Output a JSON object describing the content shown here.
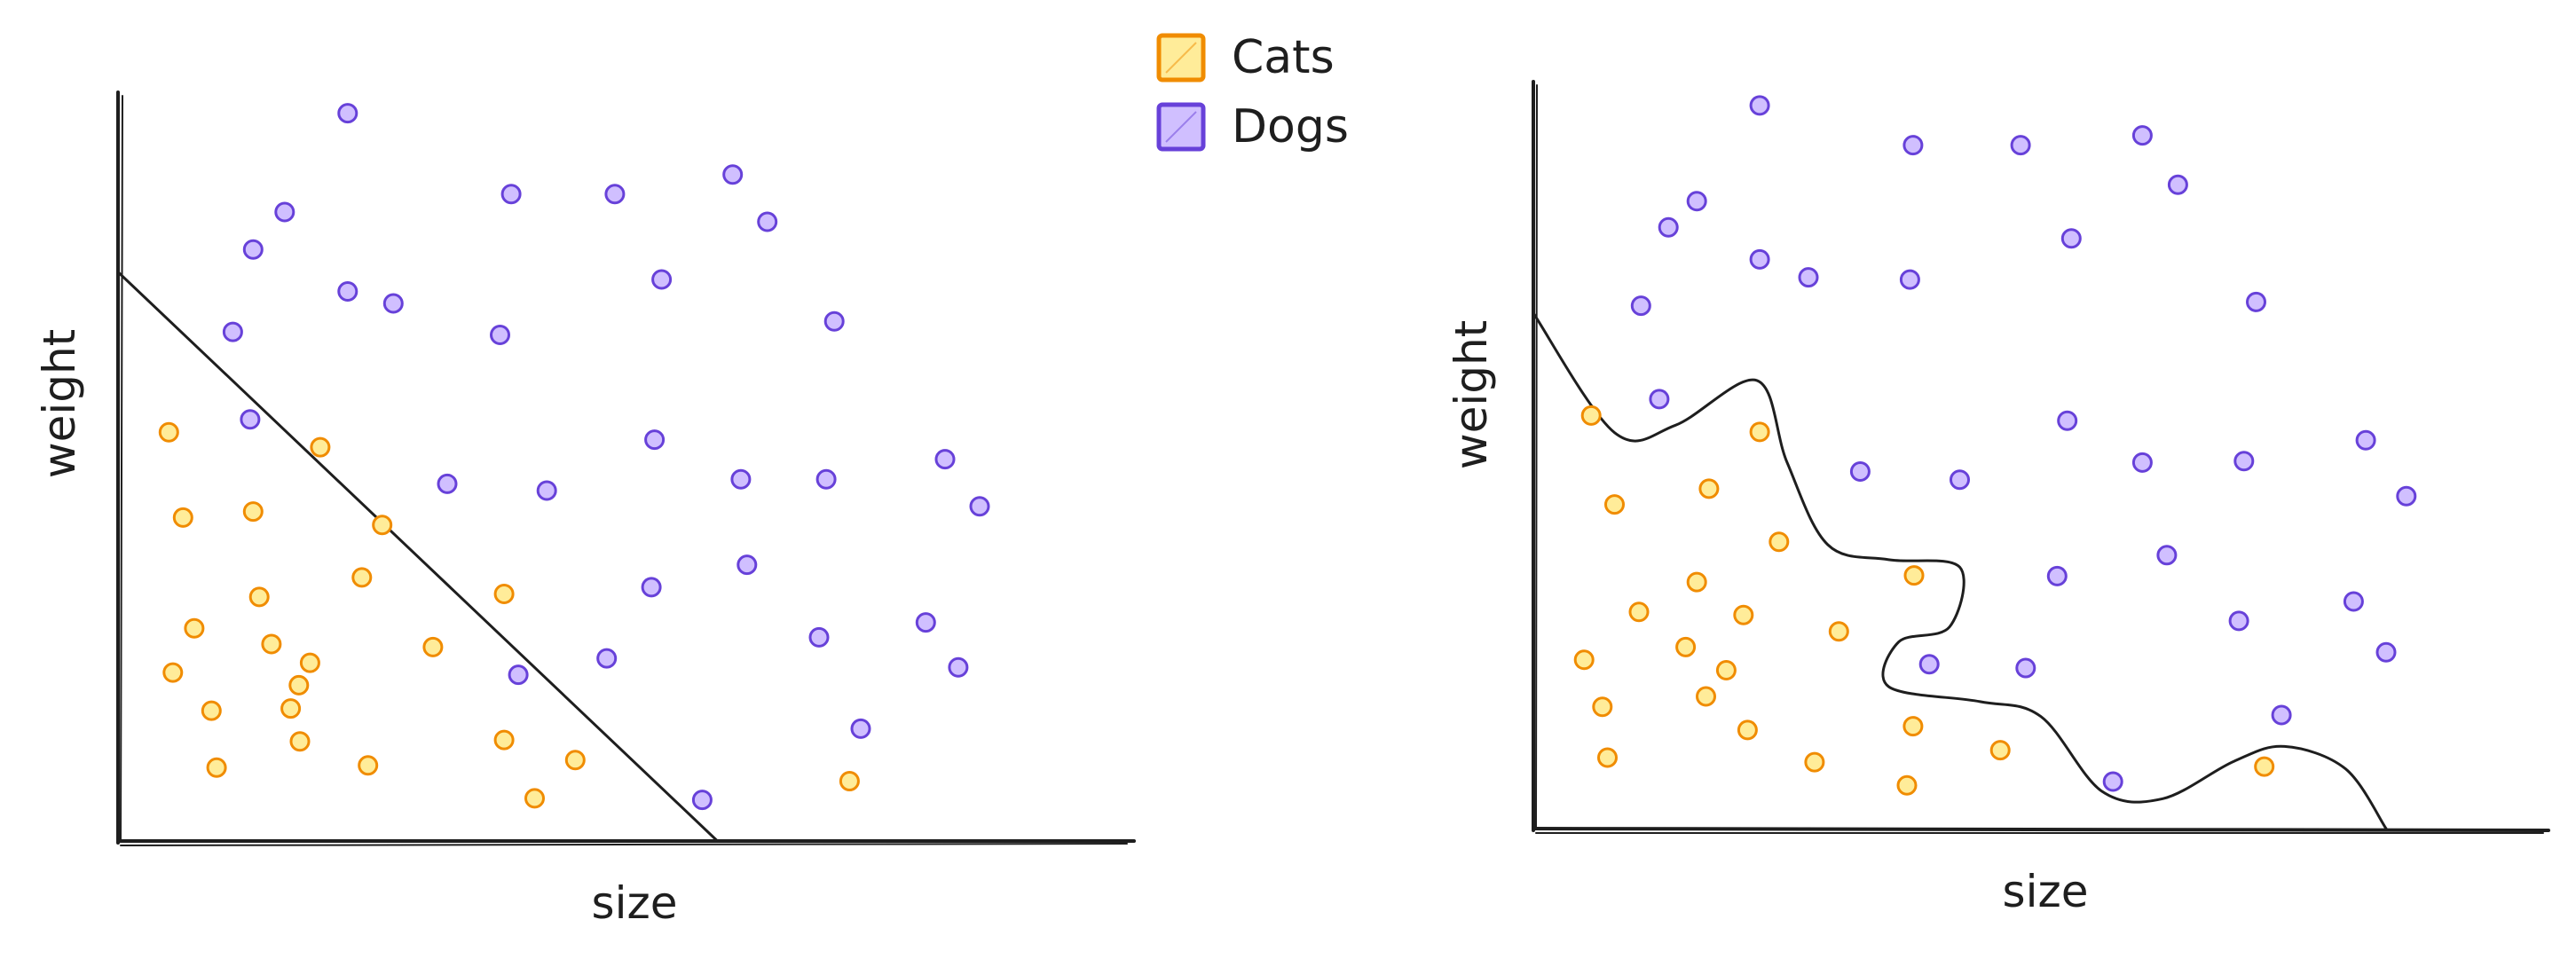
{
  "chart_data": [
    {
      "type": "scatter",
      "title": "",
      "xlabel": "size",
      "ylabel": "weight",
      "grid": false,
      "legend_position": "top",
      "legend": [
        "Cats",
        "Dogs"
      ],
      "decision_boundary": {
        "kind": "linear",
        "points": [
          [
            0.0,
            76.0
          ],
          [
            59.0,
            0.0
          ]
        ]
      },
      "series": [
        {
          "name": "Cats",
          "color": "#f08c00",
          "fill": "#ffec99",
          "points": [
            [
              5.0,
              54.6
            ],
            [
              6.4,
              43.2
            ],
            [
              7.5,
              28.4
            ],
            [
              5.4,
              22.5
            ],
            [
              9.2,
              17.4
            ],
            [
              9.7,
              9.8
            ],
            [
              13.9,
              32.6
            ],
            [
              15.1,
              26.3
            ],
            [
              13.3,
              44.0
            ],
            [
              17.0,
              17.7
            ],
            [
              18.9,
              23.8
            ],
            [
              17.8,
              20.8
            ],
            [
              17.9,
              13.3
            ],
            [
              19.9,
              52.6
            ],
            [
              24.0,
              35.2
            ],
            [
              26.0,
              42.2
            ],
            [
              24.6,
              10.1
            ],
            [
              31.0,
              25.9
            ],
            [
              38.0,
              33.0
            ],
            [
              38.0,
              13.5
            ],
            [
              45.0,
              10.8
            ],
            [
              41.0,
              5.7
            ],
            [
              72.0,
              8.0
            ]
          ]
        },
        {
          "name": "Dogs",
          "color": "#6741d9",
          "fill": "#d0bfff",
          "points": [
            [
              22.6,
              97.2
            ],
            [
              16.4,
              84.0
            ],
            [
              13.3,
              79.0
            ],
            [
              11.3,
              68.0
            ],
            [
              13.0,
              56.3
            ],
            [
              22.6,
              73.4
            ],
            [
              27.1,
              71.8
            ],
            [
              38.7,
              86.4
            ],
            [
              48.9,
              86.4
            ],
            [
              60.5,
              89.0
            ],
            [
              63.9,
              82.7
            ],
            [
              53.5,
              75.0
            ],
            [
              37.6,
              67.6
            ],
            [
              70.5,
              69.4
            ],
            [
              32.4,
              47.7
            ],
            [
              42.2,
              46.8
            ],
            [
              52.8,
              53.6
            ],
            [
              61.3,
              48.3
            ],
            [
              69.7,
              48.3
            ],
            [
              81.4,
              51.0
            ],
            [
              84.8,
              44.7
            ],
            [
              52.5,
              33.9
            ],
            [
              61.9,
              36.9
            ],
            [
              69.0,
              27.2
            ],
            [
              79.5,
              29.2
            ],
            [
              82.7,
              23.2
            ],
            [
              48.1,
              24.4
            ],
            [
              39.4,
              22.2
            ],
            [
              73.1,
              15.0
            ],
            [
              57.5,
              5.5
            ]
          ]
        }
      ]
    },
    {
      "type": "scatter",
      "title": "",
      "xlabel": "size",
      "ylabel": "weight",
      "grid": false,
      "legend": [
        "Cats",
        "Dogs"
      ],
      "decision_boundary": {
        "kind": "curved",
        "points": [
          [
            0.0,
            69.0
          ],
          [
            8.0,
            53.0
          ],
          [
            14.0,
            54.0
          ],
          [
            22.0,
            60.0
          ],
          [
            25.0,
            49.0
          ],
          [
            29.0,
            38.0
          ],
          [
            35.0,
            36.0
          ],
          [
            42.0,
            35.0
          ],
          [
            41.0,
            27.0
          ],
          [
            36.0,
            25.0
          ],
          [
            35.0,
            19.0
          ],
          [
            44.0,
            17.0
          ],
          [
            50.0,
            15.0
          ],
          [
            56.0,
            5.0
          ],
          [
            62.0,
            4.0
          ],
          [
            69.0,
            9.0
          ],
          [
            74.0,
            11.0
          ],
          [
            80.0,
            8.0
          ],
          [
            84.0,
            0.0
          ]
        ]
      },
      "series": [
        {
          "name": "Cats",
          "color": "#f08c00",
          "fill": "#ffec99",
          "points": [
            [
              5.7,
              55.3
            ],
            [
              8.0,
              43.4
            ],
            [
              5.0,
              22.6
            ],
            [
              10.4,
              29.0
            ],
            [
              16.1,
              33.0
            ],
            [
              17.3,
              45.5
            ],
            [
              15.0,
              24.3
            ],
            [
              19.0,
              21.2
            ],
            [
              20.7,
              28.6
            ],
            [
              17.0,
              17.7
            ],
            [
              21.1,
              13.2
            ],
            [
              22.3,
              53.1
            ],
            [
              24.2,
              38.4
            ],
            [
              30.1,
              26.4
            ],
            [
              37.5,
              33.9
            ],
            [
              37.4,
              13.7
            ],
            [
              46.0,
              10.5
            ],
            [
              36.8,
              5.8
            ],
            [
              27.7,
              8.9
            ],
            [
              6.8,
              16.3
            ],
            [
              7.3,
              9.5
            ],
            [
              72.0,
              8.3
            ]
          ]
        },
        {
          "name": "Dogs",
          "color": "#6741d9",
          "fill": "#d0bfff",
          "points": [
            [
              22.3,
              96.8
            ],
            [
              16.1,
              84.0
            ],
            [
              13.3,
              80.5
            ],
            [
              10.6,
              70.0
            ],
            [
              12.4,
              57.5
            ],
            [
              22.3,
              76.2
            ],
            [
              27.1,
              73.8
            ],
            [
              37.4,
              91.5
            ],
            [
              48.0,
              91.5
            ],
            [
              60.0,
              92.8
            ],
            [
              63.5,
              86.2
            ],
            [
              53.0,
              79.0
            ],
            [
              37.1,
              73.5
            ],
            [
              71.2,
              70.5
            ],
            [
              32.2,
              47.8
            ],
            [
              42.0,
              46.7
            ],
            [
              52.6,
              54.6
            ],
            [
              60.0,
              49.0
            ],
            [
              70.0,
              49.2
            ],
            [
              82.0,
              52.0
            ],
            [
              86.0,
              44.5
            ],
            [
              51.6,
              33.8
            ],
            [
              62.4,
              36.6
            ],
            [
              69.5,
              27.8
            ],
            [
              80.8,
              30.4
            ],
            [
              84.0,
              23.6
            ],
            [
              48.5,
              21.5
            ],
            [
              39.0,
              22.0
            ],
            [
              73.7,
              15.2
            ],
            [
              57.1,
              6.3
            ]
          ]
        }
      ]
    }
  ]
}
